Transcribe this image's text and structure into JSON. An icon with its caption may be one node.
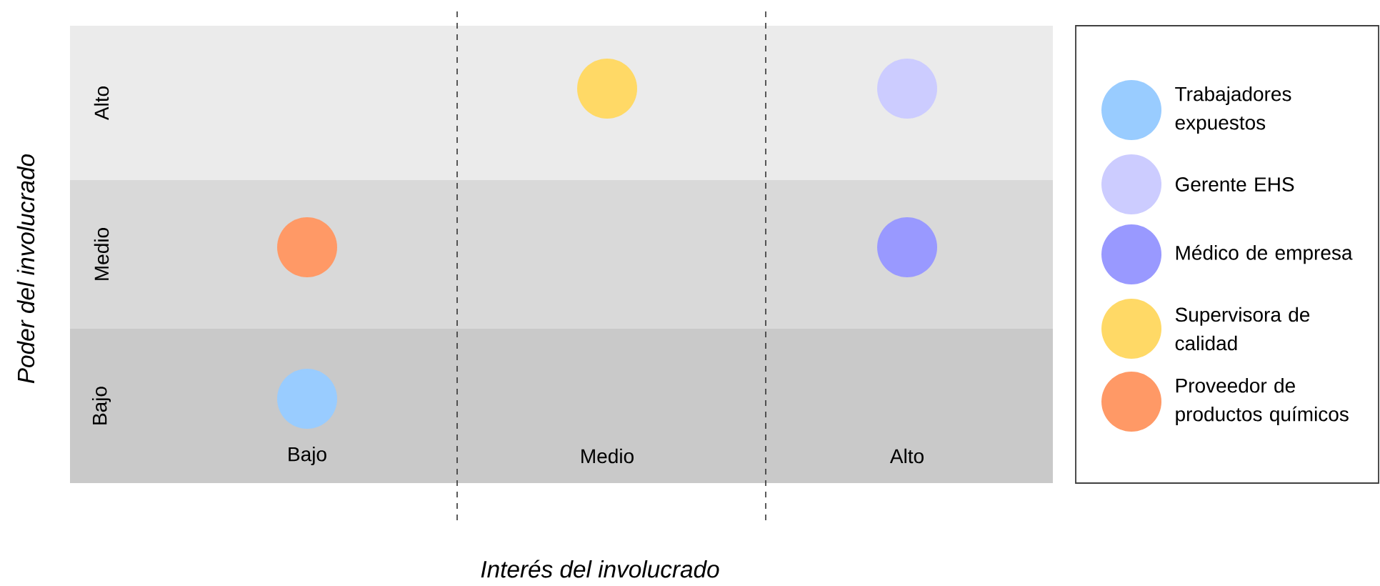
{
  "diagram": {
    "nodes": [
      {
        "text": [
          "Alto"
        ]
      },
      {
        "text": [
          "Medio"
        ]
      },
      {
        "text": [
          "Bajo"
        ]
      },
      {
        "text": [],
        "shape": "circle",
        "in": 0
      },
      {
        "text": [],
        "shape": "circle",
        "in": 0
      },
      {
        "text": [],
        "shape": "circle",
        "in": 1
      },
      {
        "text": [],
        "shape": "circle",
        "in": 1
      },
      {
        "text": [],
        "shape": "circle",
        "in": 2
      }
    ],
    "labels": [
      "Poder del involucrado",
      "Bajo",
      "Medio",
      "Alto",
      "Interés del involucrado"
    ],
    "legend": [
      {
        "text": "Trabajadores expuestos",
        "color": "#99ccff"
      },
      {
        "text": "Gerente EHS",
        "color": "#ccccff"
      },
      {
        "text": "Médico de empresa",
        "color": "#9999ff"
      },
      {
        "text": "Supervisora de calidad",
        "color": "#ffd966"
      },
      {
        "text": "Proveedor de productos químicos",
        "color": "#ff9966"
      }
    ]
  }
}
